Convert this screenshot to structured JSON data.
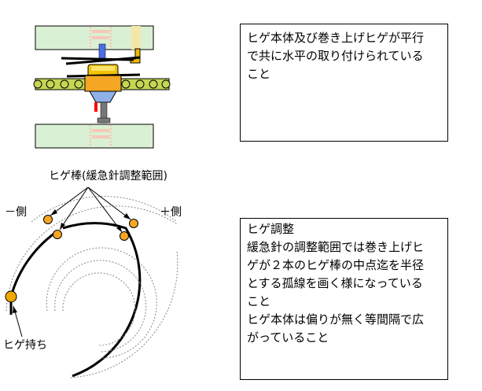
{
  "top_note": {
    "text": "ヒゲ本体及び巻き上げヒゲが平行\nで共に水平の取り付けられている\nこと"
  },
  "bottom_note": {
    "text": "ヒゲ調整\n緩急針の調整範囲では巻き上げヒ\nゲが２本のヒゲ棒の中点迄を半径\nとする孤線を画く様になっている\nこと\nヒゲ本体は偏りが無く等間隔で広\nがっていること"
  },
  "labels": {
    "regulator_pins": "ヒゲ棒(緩急針調整範囲)",
    "minus_side": "－側",
    "plus_side": "＋側",
    "hairspring_stud": "ヒゲ持ち"
  },
  "colors": {
    "plate_fill": "#daf0d4",
    "plate_stripe": "#f4e6a8",
    "balance_wheel": "#c4d654",
    "pin_orange": "#f5a623",
    "staff_blue": "#4a6ee8",
    "collet_yellow": "#f2c200",
    "red_pin": "#ff0000"
  }
}
